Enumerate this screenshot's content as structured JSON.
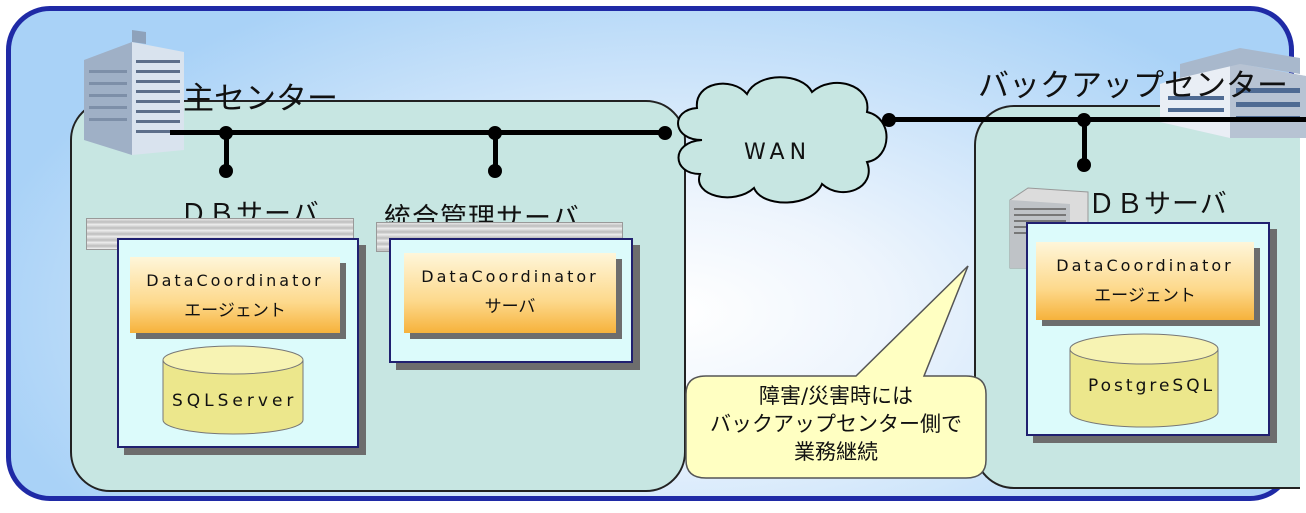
{
  "main_center": {
    "title": "主センター",
    "db_server": {
      "title": "ＤＢサーバ",
      "software_line1": "DataCoordinator",
      "software_line2": "エージェント",
      "database": "SQLServer"
    },
    "mgmt_server": {
      "title": "統合管理サーバ",
      "software_line1": "DataCoordinator",
      "software_line2": "サーバ"
    }
  },
  "wan": {
    "label": "WAN"
  },
  "backup_center": {
    "title": "バックアップセンター",
    "db_server": {
      "title": "ＤＢサーバ",
      "software_line1": "DataCoordinator",
      "software_line2": "エージェント",
      "database": "PostgreSQL"
    }
  },
  "callout": {
    "line1": "障害/災害時には",
    "line2": "バックアップセンター側で",
    "line3": "業務継続"
  },
  "colors": {
    "frame_border": "#1f2aa6",
    "center_fill": "#c7e6e2",
    "server_fill": "#dcfbfb",
    "software_orange": "#f6b23b",
    "database_yellow": "#f0ee9a",
    "callout_fill": "#ffffc2"
  }
}
